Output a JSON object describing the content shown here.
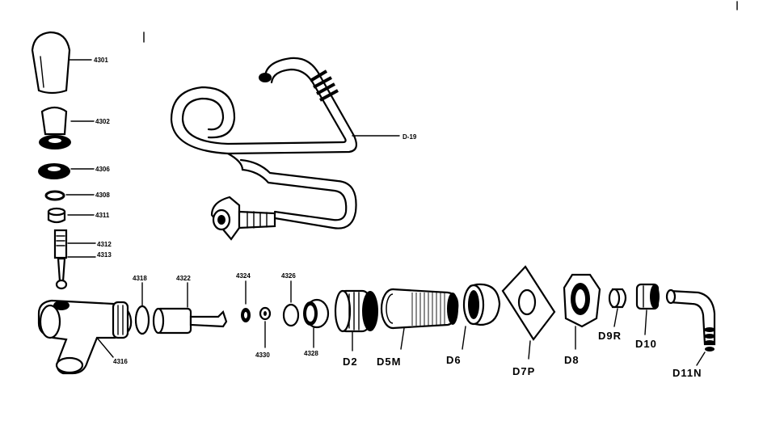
{
  "labels": {
    "l4301": "4301",
    "l4302": "4302",
    "l4306": "4306",
    "l4308": "4308",
    "l4311": "4311",
    "l4312": "4312",
    "l4313": "4313",
    "l4318": "4318",
    "l4322": "4322",
    "l4324": "4324",
    "l4326": "4326",
    "l4328": "4328",
    "l4330": "4330",
    "l4316": "4316",
    "d19": "D-19",
    "d2": "D2",
    "d5m": "D5M",
    "d6": "D6",
    "d7p": "D7P",
    "d8": "D8",
    "d9r": "D9R",
    "d10": "D10",
    "d11n": "D11N"
  }
}
